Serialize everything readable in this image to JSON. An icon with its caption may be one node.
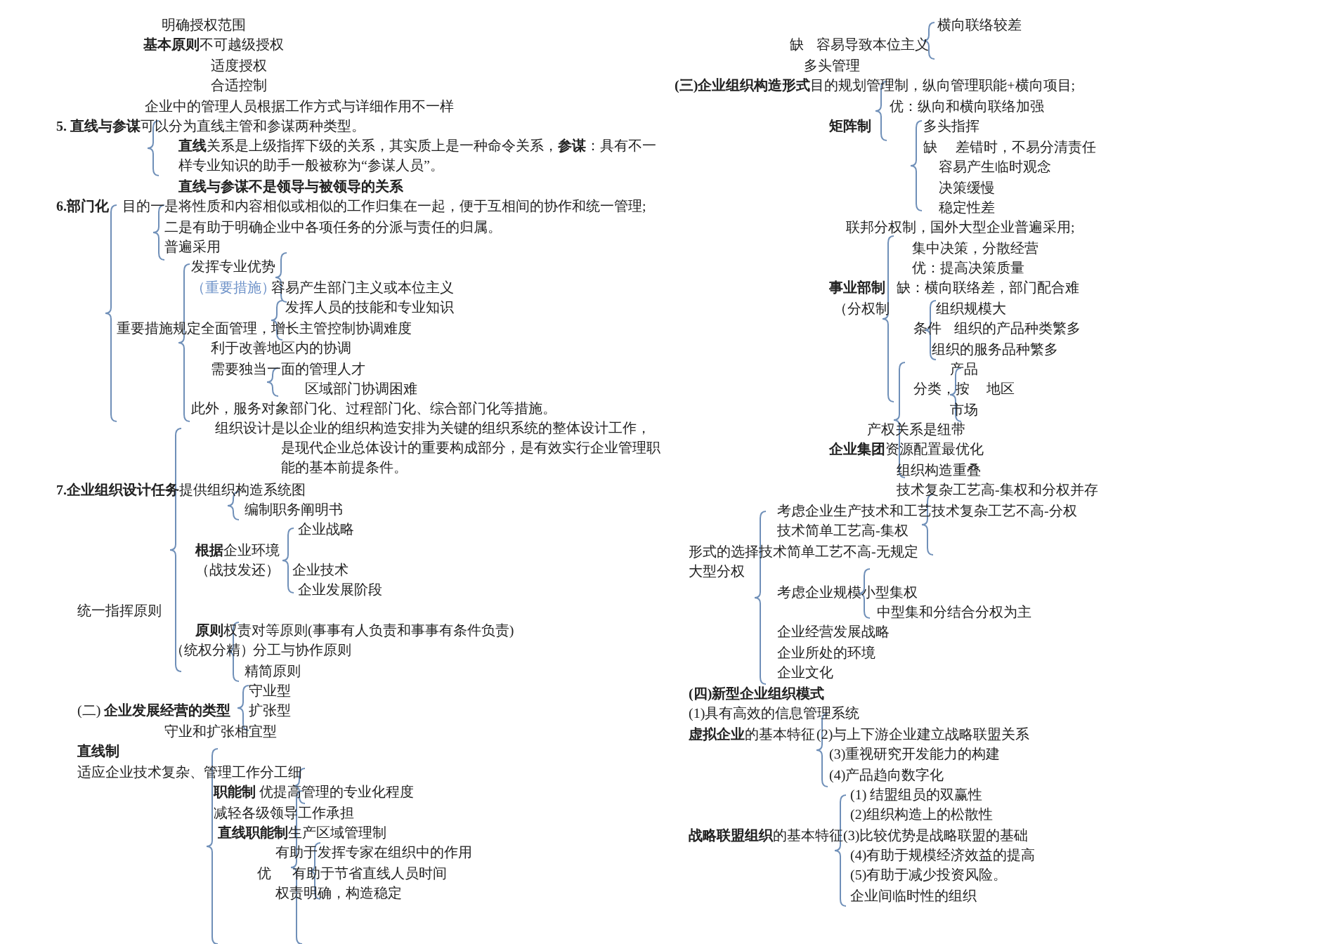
{
  "diagram": {
    "labels": [
      "明确授权范围",
      "**基本原则**不可越级授权",
      "适度授权",
      "合适控制",
      "企业中的管理人员根据工作方式与详细作用不一样",
      "**5. 直线与参谋**可以分为直线主管和参谋两种类型。",
      "**直线**关系是上级指挥下级的关系，其实质上是一种命令关系，**参谋**：具有不一样专业知识的助手一般被称为“参谋人员”。",
      "直线与参谋不是领导与被领导的关系",
      "6.部门化",
      "目的一是将性质和内容相似或相似的工作归集在一起，便于互相间的协作和统一管理;",
      "二是有助于明确企业中各项任务的分派与责任的归属。",
      "普遍采用",
      "发挥专业优势",
      "（重要措施）",
      "容易产生部门主义或本位主义",
      "发挥人员的技能和专业知识",
      "重要措施规定全面管理，增长主管控制协调难度",
      "利于改善地区内的协调",
      "需要独当一面的管理人才",
      "区域部门协调困难",
      "此外，服务对象部门化、过程部门化、综合部门化等措施。",
      "组织设计是以企业的组织构造安排为关键的组织系统的整体设计工作，是现代企业总体设计的重要构成部分，是有效实行企业管理职能的基本前提条件。",
      "**7.企业组织设计任务**提供组织构造系统图",
      "编制职务阐明书",
      "企业战略",
      "**根据**企业环境",
      "（战技发还）",
      "企业技术",
      "企业发展阶段",
      "统一指挥原则",
      "**原则**权责对等原则(事事有人负责和事事有条件负责)",
      "（统权分精）",
      "分工与协作原则",
      "精简原则",
      "守业型",
      "(二) **企业发展经营的类型**",
      "扩张型",
      "守业和扩张相宜型",
      "直线制",
      "适应企业技术复杂、管理工作分工细",
      "**职能制**  优提高管理的专业化程度",
      "减轻各级领导工作承担",
      "**直线职能制**生产区域管理制",
      "有助于发挥专家在组织中的作用",
      "优",
      "有助于节省直线人员时间",
      "权责明确，构造稳定",
      "横向联络较差",
      "缺",
      "容易导致本位主义",
      "多头管理",
      "**(三)企业组织构造形式**目的规划管理制，纵向管理职能+横向项目;",
      "优：纵向和横向联络加强",
      "矩阵制",
      "多头指挥",
      "缺",
      "差错时，不易分清责任",
      "容易产生临时观念",
      "决策缓慢",
      "稳定性差",
      "联邦分权制，国外大型企业普遍采用;",
      "集中决策，分散经营",
      "优：提高决策质量",
      "事业部制",
      "缺：横向联络差，部门配合难",
      "（分权制",
      "组织规模大",
      "条件",
      "组织的产品种类繁多",
      "组织的服务品种繁多",
      "产品",
      "分类，按",
      "地区",
      "市场",
      "产权关系是纽带",
      "**企业集团**资源配置最优化",
      "组织构造重叠",
      "技术复杂工艺高-集权和分权并存",
      "考虑企业生产技术和工艺技术复杂工艺不高-分权",
      "技术简单工艺高-集权",
      "形式的选择技术简单工艺不高-无规定",
      "大型分权",
      "考虑企业规模小型集权",
      "中型集和分结合分权为主",
      "企业经营发展战略",
      "企业所处的环境",
      "企业文化",
      "(四)新型企业组织模式",
      "(1)具有高效的信息管理系统",
      "**虚拟企业**的基本特征",
      "(2)与上下游企业建立战略联盟关系",
      "(3)重视研究开发能力的构建",
      "(4)产品趋向数字化",
      "(1)  结盟组员的双赢性",
      "(2)组织构造上的松散性",
      "**战略联盟组织**的基本特征",
      "(3)比较优势是战略联盟的基础",
      "(4)有助于规模经济效益的提高",
      "(5)有助于减少投资风险。",
      "企业间临时性的组织"
    ]
  }
}
